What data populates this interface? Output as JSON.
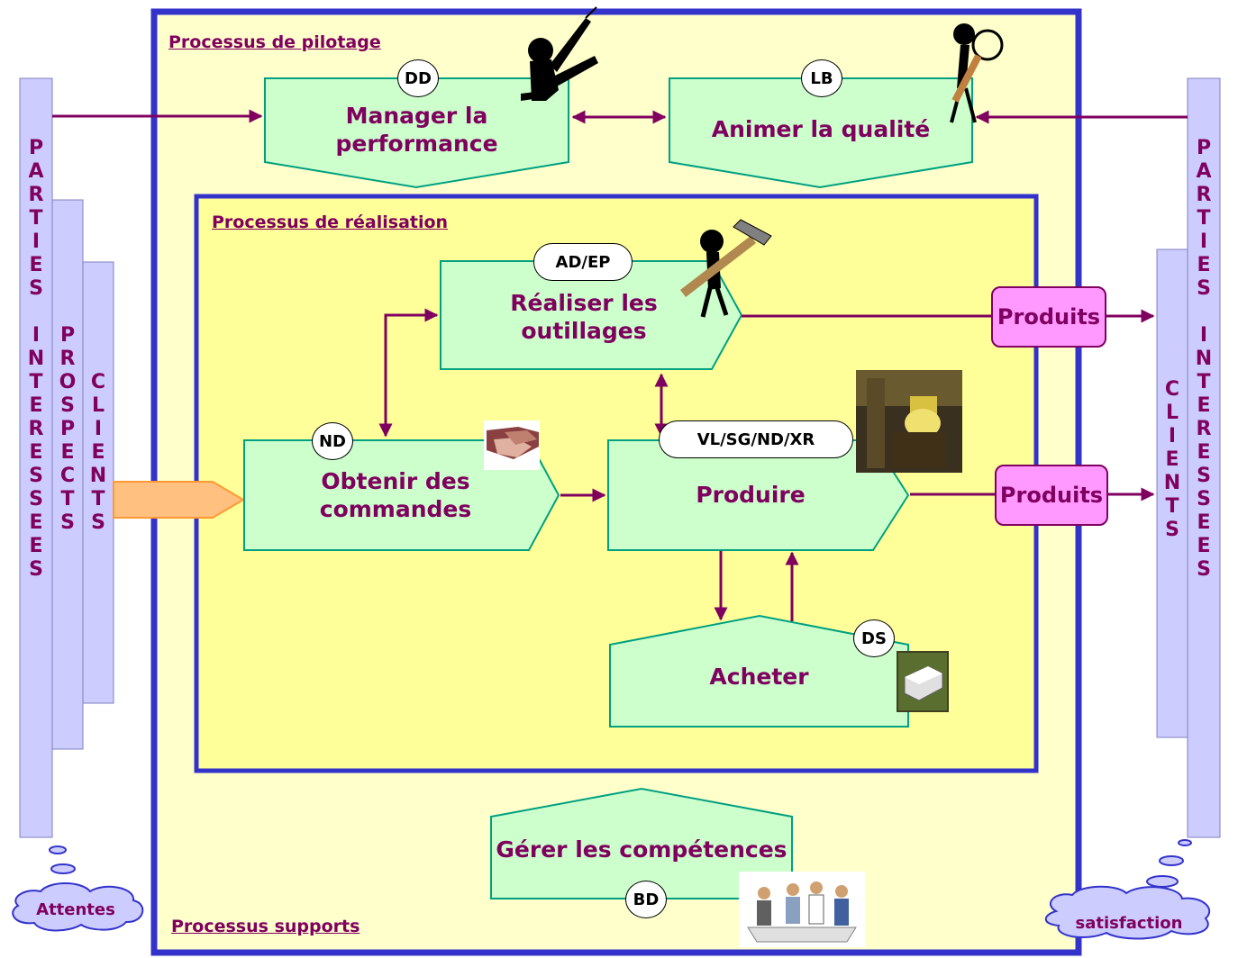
{
  "sections": {
    "pilotage": "Processus de pilotage",
    "realisation": "Processus de réalisation",
    "supports": "Processus supports"
  },
  "processes": {
    "manager": {
      "label": "Manager la performance",
      "owner": "DD"
    },
    "animer": {
      "label": "Animer la qualité",
      "owner": "LB"
    },
    "realiser": {
      "label_line1": "Réaliser les",
      "label_line2": "outillages",
      "owner": "AD/EP"
    },
    "obtenir": {
      "label": "Obtenir des commandes",
      "owner": "ND"
    },
    "produire": {
      "label": "Produire",
      "owner": "VL/SG/ND/XR"
    },
    "acheter": {
      "label": "Acheter",
      "owner": "DS"
    },
    "gerer": {
      "label": "Gérer les compétences",
      "owner": "BD"
    }
  },
  "outputs": {
    "produits_top": "Produits",
    "produits_bottom": "Produits"
  },
  "left_columns": {
    "parties": [
      "P",
      "A",
      "R",
      "T",
      "I",
      "E",
      "S",
      "",
      "I",
      "N",
      "T",
      "E",
      "R",
      "E",
      "S",
      "S",
      "E",
      "E",
      "S"
    ],
    "prospects": [
      "P",
      "R",
      "O",
      "S",
      "P",
      "E",
      "C",
      "T",
      "S"
    ],
    "clients": [
      "C",
      "L",
      "I",
      "E",
      "N",
      "T",
      "S"
    ]
  },
  "right_columns": {
    "clients": [
      "C",
      "L",
      "I",
      "E",
      "N",
      "T",
      "S"
    ],
    "parties": [
      "P",
      "A",
      "R",
      "T",
      "I",
      "E",
      "S",
      "",
      "I",
      "N",
      "T",
      "E",
      "R",
      "E",
      "S",
      "S",
      "E",
      "E",
      "S"
    ]
  },
  "clouds": {
    "left": "Attentes",
    "right": "satisfaction"
  },
  "colors": {
    "text": "#800060",
    "process_fill": "#ccffcc",
    "process_stroke": "#00a080",
    "outer_fill": "#ffffcc",
    "inner_fill": "#ffff99",
    "border": "#3333cc",
    "column_fill": "#ccccff",
    "produits_fill": "#ff99ff"
  },
  "icons": {
    "manager": "pointing-person-icon",
    "animer": "magnifier-person-icon",
    "realiser": "hammer-person-icon",
    "produire": "foundry-photo-icon",
    "obtenir": "handshake-icon",
    "acheter": "ingot-icon",
    "gerer": "meeting-people-icon"
  }
}
